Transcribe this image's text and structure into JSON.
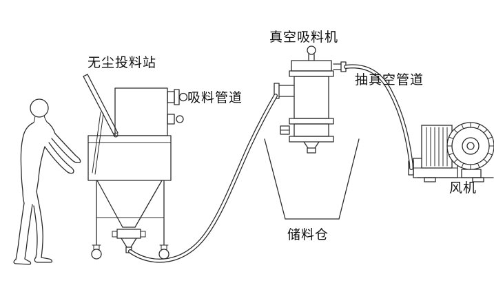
{
  "page": {
    "background": "#ffffff",
    "line_color": "#2b2b2b",
    "type": "equipment-line-diagram"
  },
  "labels": {
    "feeding_station": "无尘投料站",
    "suction_pipe": "吸料管道",
    "vacuum_feeder": "真空吸料机",
    "vacuum_pipe": "抽真空管道",
    "storage_silo": "储料仓",
    "blower": "风机"
  },
  "components": [
    "operator-figure",
    "dust-free-feeding-station",
    "suction-hose",
    "vacuum-conveyor",
    "vacuum-hose",
    "storage-silo",
    "blower-fan"
  ]
}
